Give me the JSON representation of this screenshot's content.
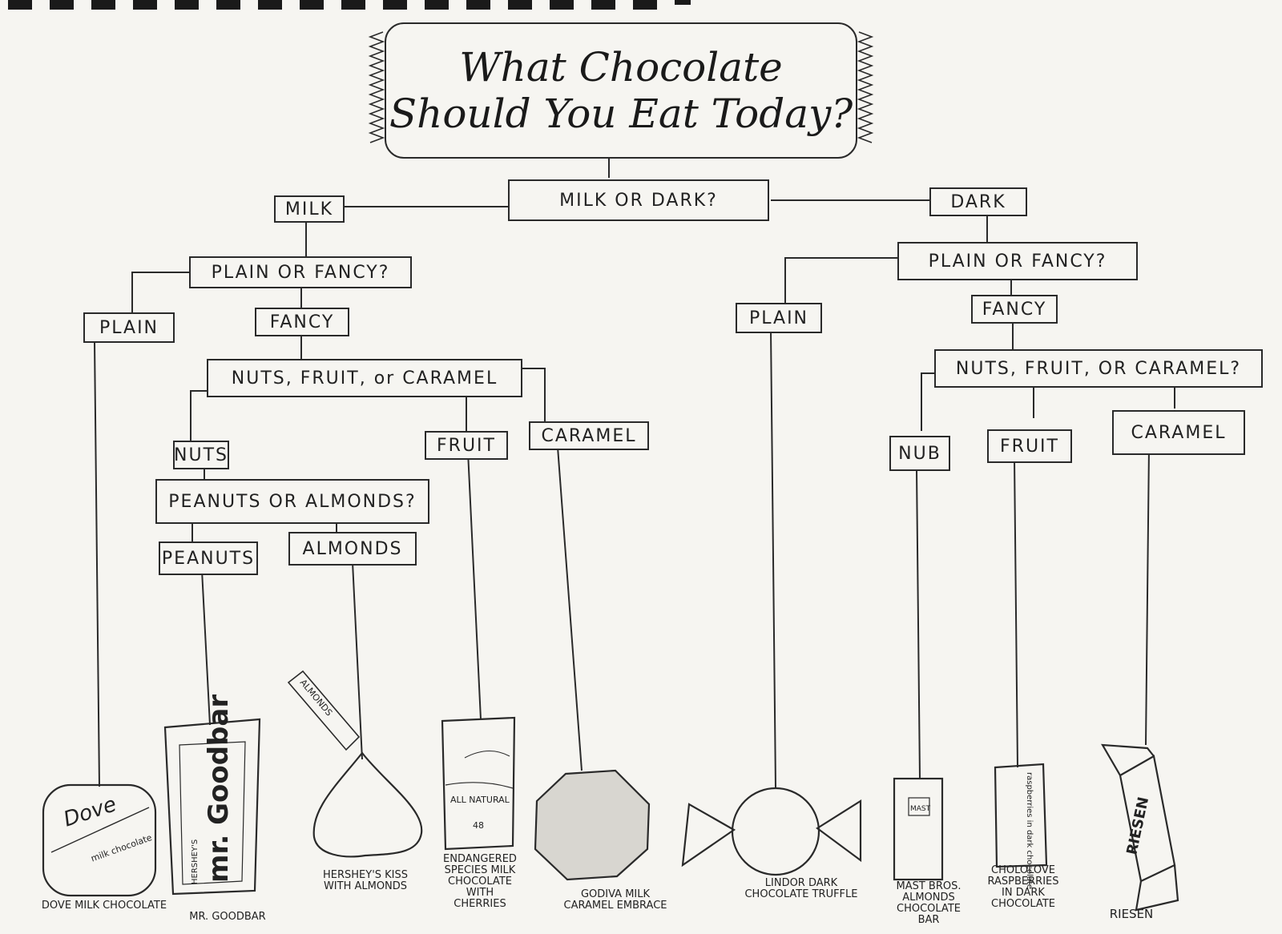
{
  "title": {
    "line1": "What Chocolate",
    "line2": "Should You Eat Today?"
  },
  "nodes": {
    "root": "MILK OR DARK?",
    "milk": "MILK",
    "dark": "DARK",
    "milk_plain_or_fancy": "PLAIN OR FANCY?",
    "milk_plain": "PLAIN",
    "milk_fancy": "FANCY",
    "milk_nfc": "NUTS, FRUIT, or CARAMEL",
    "milk_nuts": "NUTS",
    "milk_fruit": "FRUIT",
    "milk_caramel": "CARAMEL",
    "peanuts_or_almonds": "PEANUTS OR ALMONDS?",
    "peanuts": "PEANUTS",
    "almonds": "ALMONDS",
    "dark_plain_or_fancy": "PLAIN OR FANCY?",
    "dark_plain": "PLAIN",
    "dark_fancy": "FANCY",
    "dark_nfc": "NUTS, FRUIT, OR CARAMEL?",
    "dark_nuts": "NUB",
    "dark_fruit": "FRUIT",
    "dark_caramel": "CARAMEL"
  },
  "results": {
    "dove": "DOVE MILK CHOCOLATE",
    "goodbar": "MR. GOODBAR",
    "kiss": "HERSHEY'S KISS\nWITH ALMONDS",
    "endangered": "ENDANGERED\nSPECIES MILK\nCHOCOLATE\nWITH\nCHERRIES",
    "godiva": "GODIVA MILK\nCARAMEL EMBRACE",
    "lindor": "LINDOR DARK\nCHOCOLATE TRUFFLE",
    "mast": "MAST BROS.\nALMONDS\nCHOCOLATE\nBAR",
    "chocolove": "CHOLOLOVE\nRASPBERRIES\nIN DARK\nCHOCOLATE",
    "riesen": "RIESEN"
  },
  "wrapper_text": {
    "dove_brand": "Dove",
    "dove_sub": "milk chocolate",
    "goodbar_brand": "mr. Goodbar",
    "goodbar_maker": "HERSHEY'S",
    "kiss_plume": "ALMONDS",
    "endangered_label": "ALL NATURAL",
    "endangered_num": "48",
    "mast_label": "MAST",
    "chocolove_label": "raspberries in dark chocolate",
    "riesen_brand": "RIESEN"
  }
}
